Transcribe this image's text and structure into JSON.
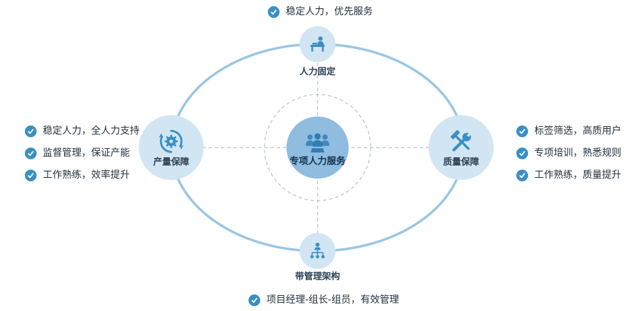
{
  "colors": {
    "accent": "#3a8fc4",
    "accent-dark": "#2f7db5",
    "node-fill": "#d2e5f3",
    "center-fill": "#8fbcdf",
    "ellipse-stroke": "#9ac6e4",
    "dash-color": "#b7bfc7",
    "check-fill": "#3a8fc4",
    "text-dark": "#22303e",
    "label-color": "#2b4156",
    "center-label": "#16324f"
  },
  "center": {
    "label": "专项人力服务",
    "icon": "people-group-icon"
  },
  "nodes": {
    "top": {
      "label": "人力固定",
      "icon": "person-at-desk-icon"
    },
    "left": {
      "label": "产量保障",
      "icon": "gear-sync-icon"
    },
    "right": {
      "label": "质量保障",
      "icon": "wrench-hammer-icon"
    },
    "bottom": {
      "label": "带管理架构",
      "icon": "org-chart-icon"
    }
  },
  "notes": {
    "top": "稳定人力，优先服务",
    "bottom": "项目经理-组长-组员，有效管理",
    "left": [
      "稳定人力，全人力支持",
      "监督管理，保证产能",
      "工作熟练，效率提升"
    ],
    "right": [
      "标签筛选，高质用户",
      "专项培训，熟悉规则",
      "工作熟练，质量提升"
    ]
  }
}
